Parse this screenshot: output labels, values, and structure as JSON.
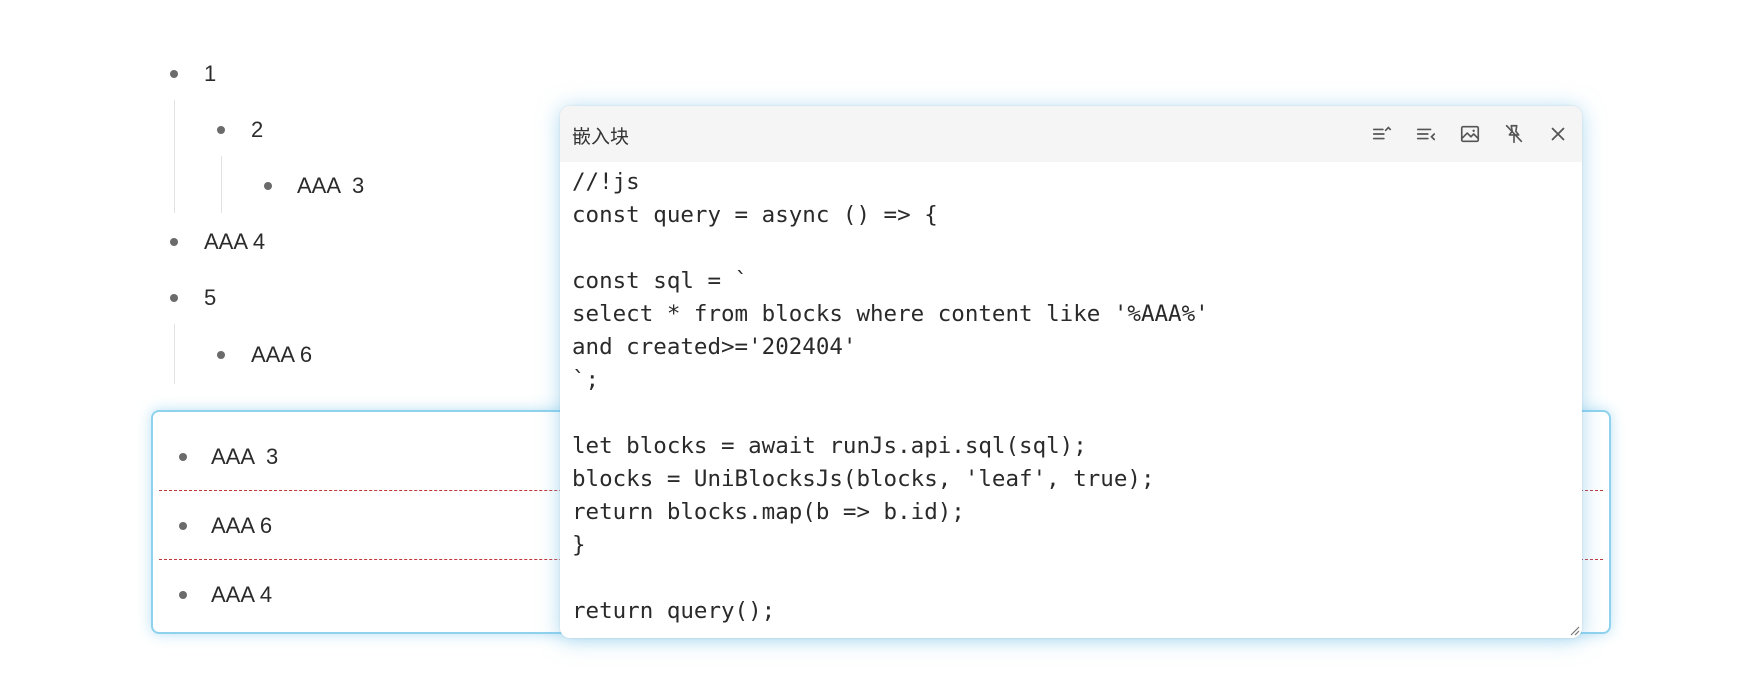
{
  "outline": {
    "items": [
      {
        "text": "1"
      },
      {
        "text": "2"
      },
      {
        "text": "AAA  3"
      },
      {
        "text": "AAA 4"
      },
      {
        "text": "5"
      },
      {
        "text": "AAA 6"
      }
    ]
  },
  "embed_results": {
    "items": [
      {
        "text": "AAA  3"
      },
      {
        "text": "AAA 6"
      },
      {
        "text": "AAA 4"
      }
    ]
  },
  "popup": {
    "title": "嵌入块",
    "toolbar": [
      {
        "name": "collapse-icon"
      },
      {
        "name": "expand-icon"
      },
      {
        "name": "image-icon"
      },
      {
        "name": "unpin-icon"
      },
      {
        "name": "close-icon"
      }
    ],
    "code": "//!js\nconst query = async () => {\n\nconst sql = `\nselect * from blocks where content like '%AAA%'\nand created>='202404'\n`;\n\nlet blocks = await runJs.api.sql(sql);\nblocks = UniBlocksJs(blocks, 'leaf', true);\nreturn blocks.map(b => b.id);\n}\n\nreturn query();"
  },
  "colors": {
    "accent_border": "#8fd2ee",
    "separator": "#c0343a",
    "bullet": "#6b6b6b"
  }
}
